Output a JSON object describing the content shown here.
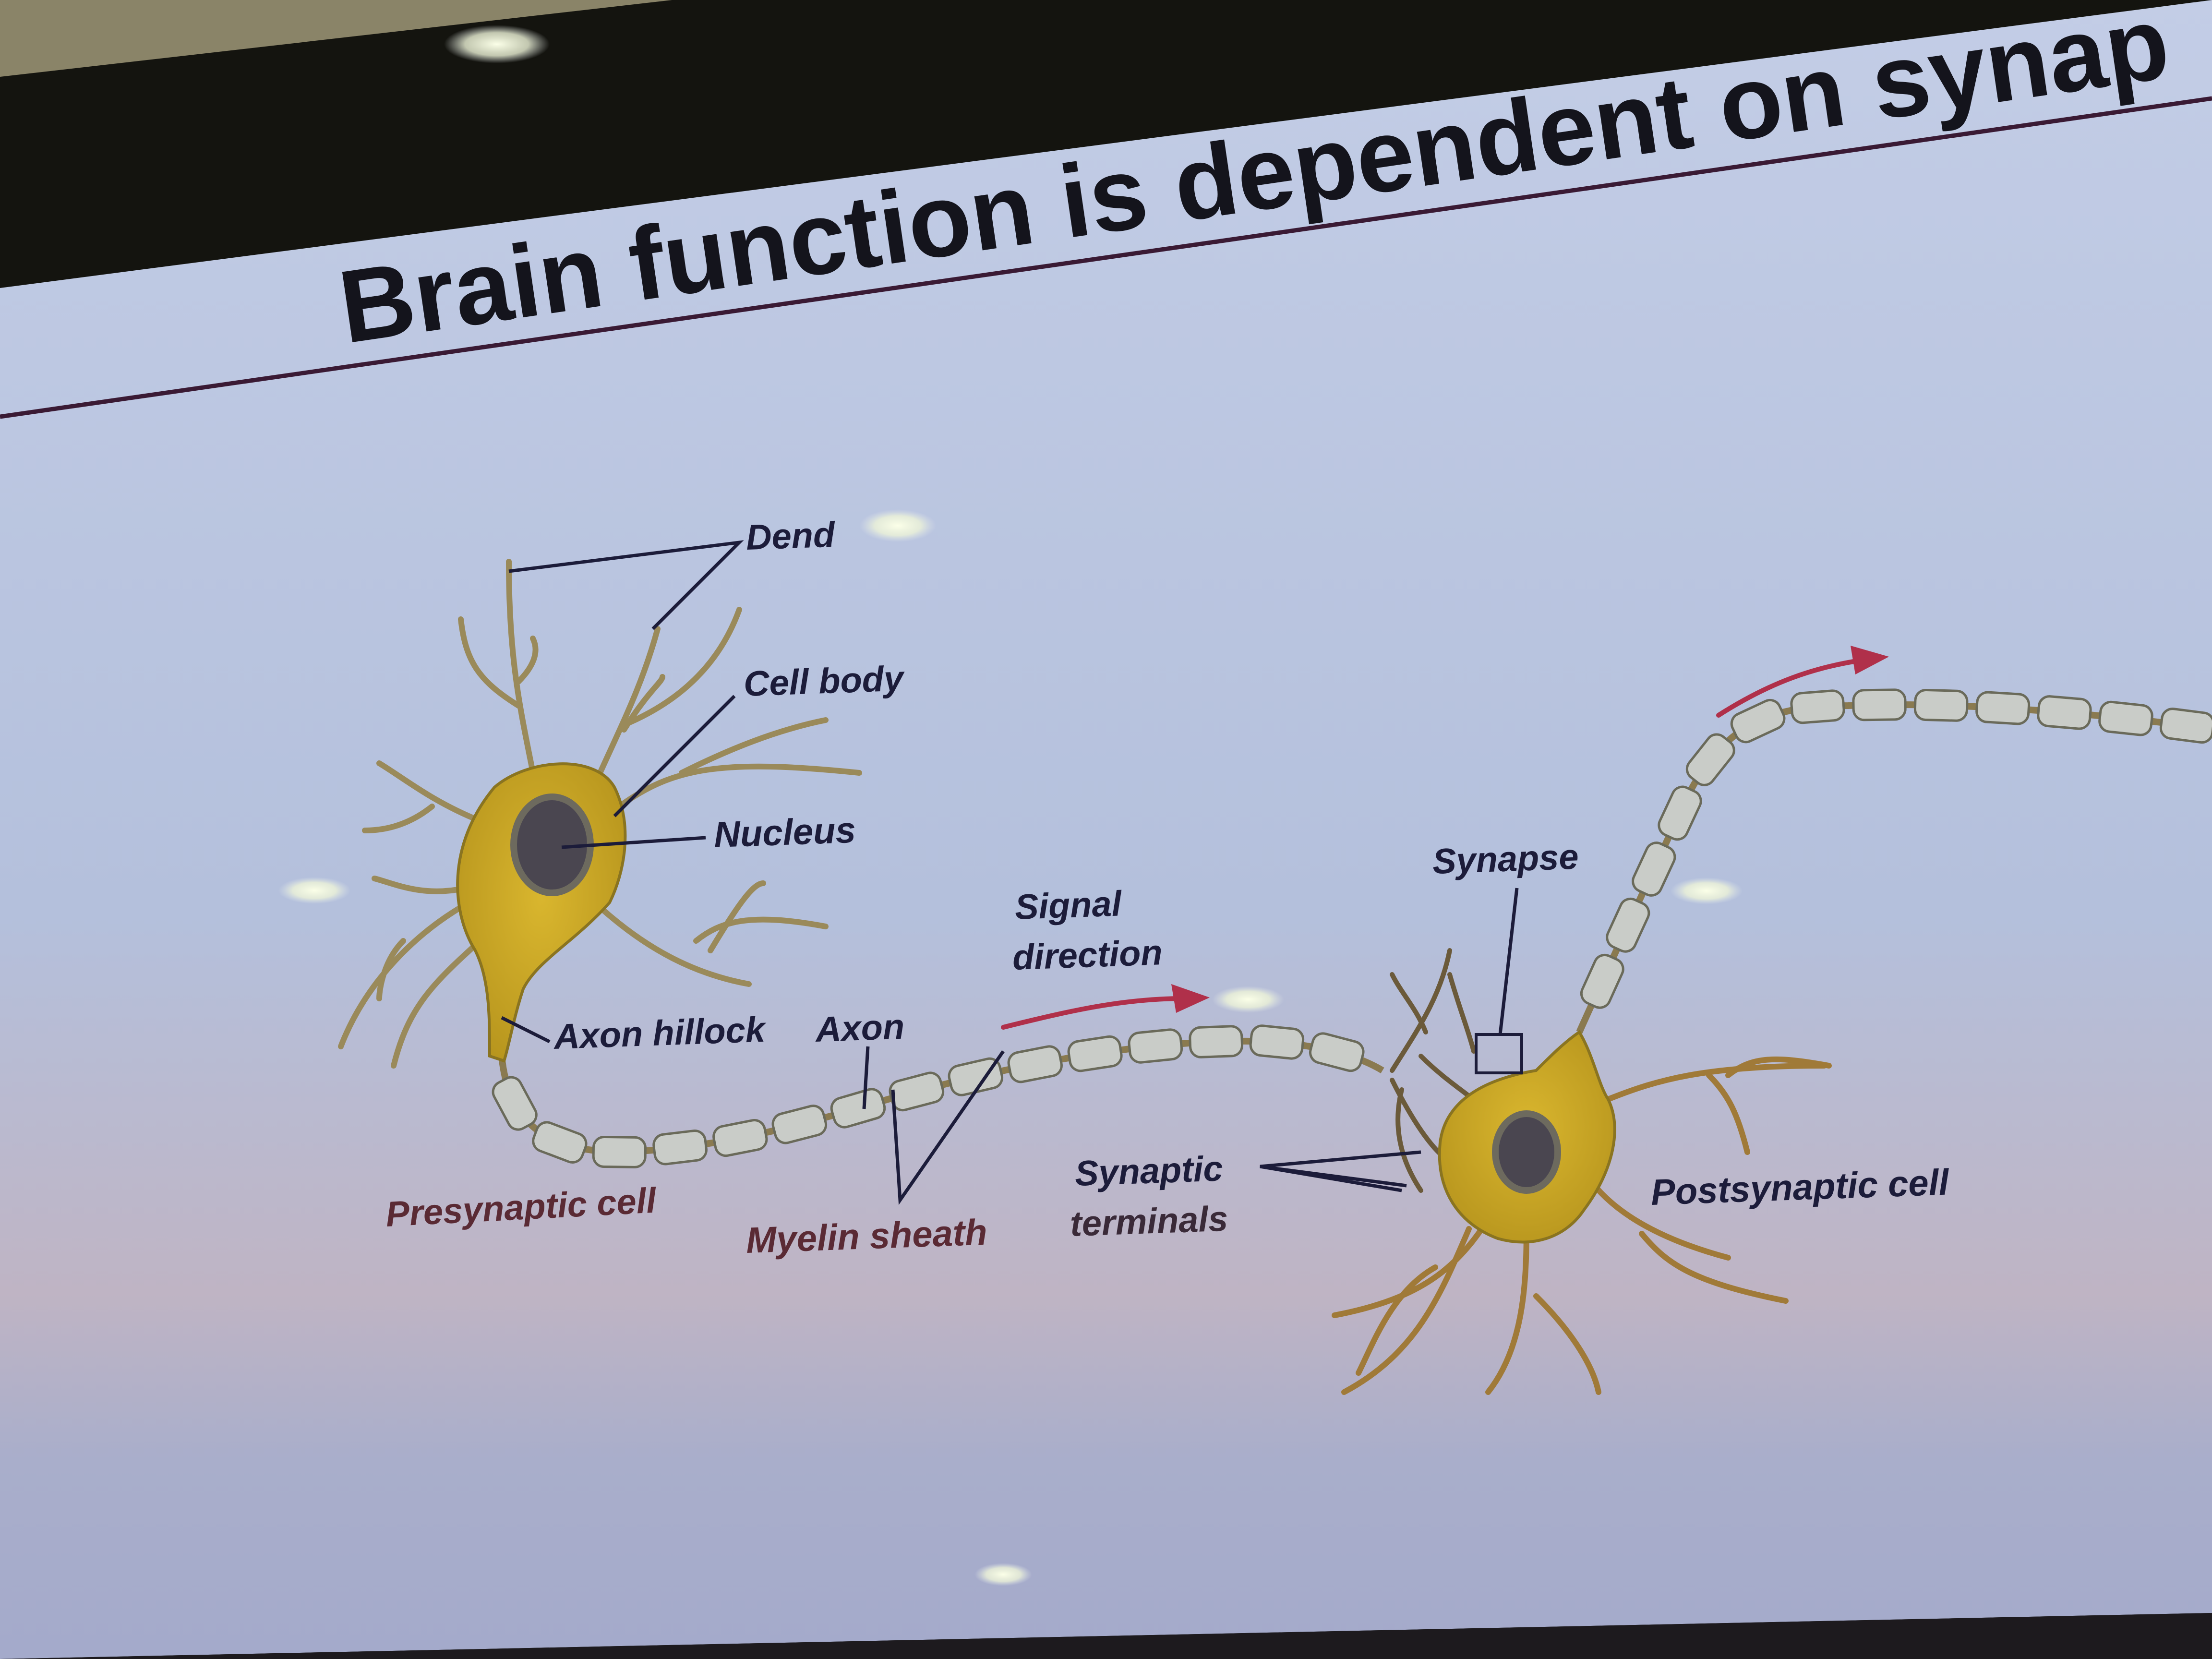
{
  "slide": {
    "title": "Brain function is dependent on synap",
    "colors": {
      "screen": "#b7c3de",
      "screen_bottom": "#a7a9c6",
      "frame": "#14140f",
      "title_text": "#14141c",
      "title_rule": "#3a1a34",
      "label_dark": "#1c1c3a",
      "label_red": "#5a2a34",
      "cell_fill": "#c9a625",
      "cell_edge": "#8a7420",
      "dendrite": "#9a8a5a",
      "myelin": "#c9ccc8",
      "myelin_edge": "#6a6a5a",
      "arrow": "#b0304a",
      "nucleus": "#4a4650",
      "glare": "#f4f8e0"
    }
  },
  "diagram": {
    "labels": {
      "dendrites": "Dend",
      "cell_body": "Cell body",
      "nucleus": "Nucleus",
      "axon_hillock": "Axon hillock",
      "axon": "Axon",
      "presynaptic_cell": "Presynaptic cell",
      "myelin_sheath": "Myelin sheath",
      "signal_line1": "Signal",
      "signal_line2": "direction",
      "synapse": "Synapse",
      "synaptic_line1": "Synaptic",
      "synaptic_line2": "terminals",
      "postsynaptic_cell": "Postsynaptic cell"
    }
  }
}
